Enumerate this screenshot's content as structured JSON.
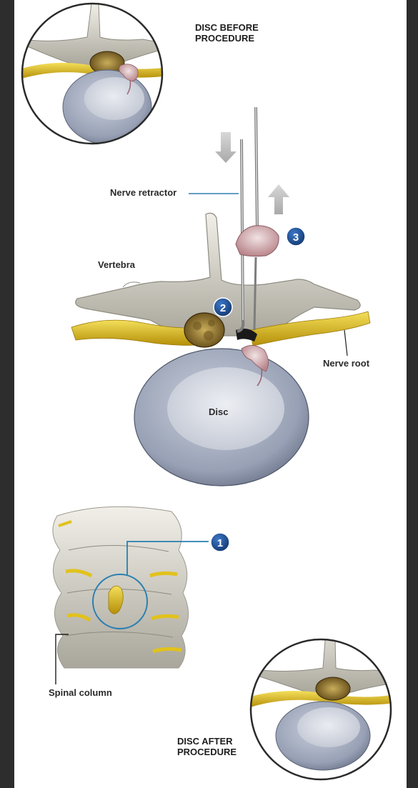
{
  "labels": {
    "disc_before": "DISC BEFORE\nPROCEDURE",
    "disc_after": "DISC AFTER\nPROCEDURE",
    "nerve_retractor": "Nerve retractor",
    "vertebra": "Vertebra",
    "nerve_root": "Nerve root",
    "disc": "Disc",
    "spinal_column": "Spinal column"
  },
  "steps": [
    "1",
    "2",
    "3"
  ],
  "colors": {
    "background": "#2d2d2d",
    "panel": "#ffffff",
    "bone": "#d9d7cf",
    "nerve": "#e1c21c",
    "disc": "#9aa3b6",
    "disc_core": "#d3d6df",
    "step_badge": "#1d4f9c",
    "callout_line": "#2a7fb0"
  }
}
